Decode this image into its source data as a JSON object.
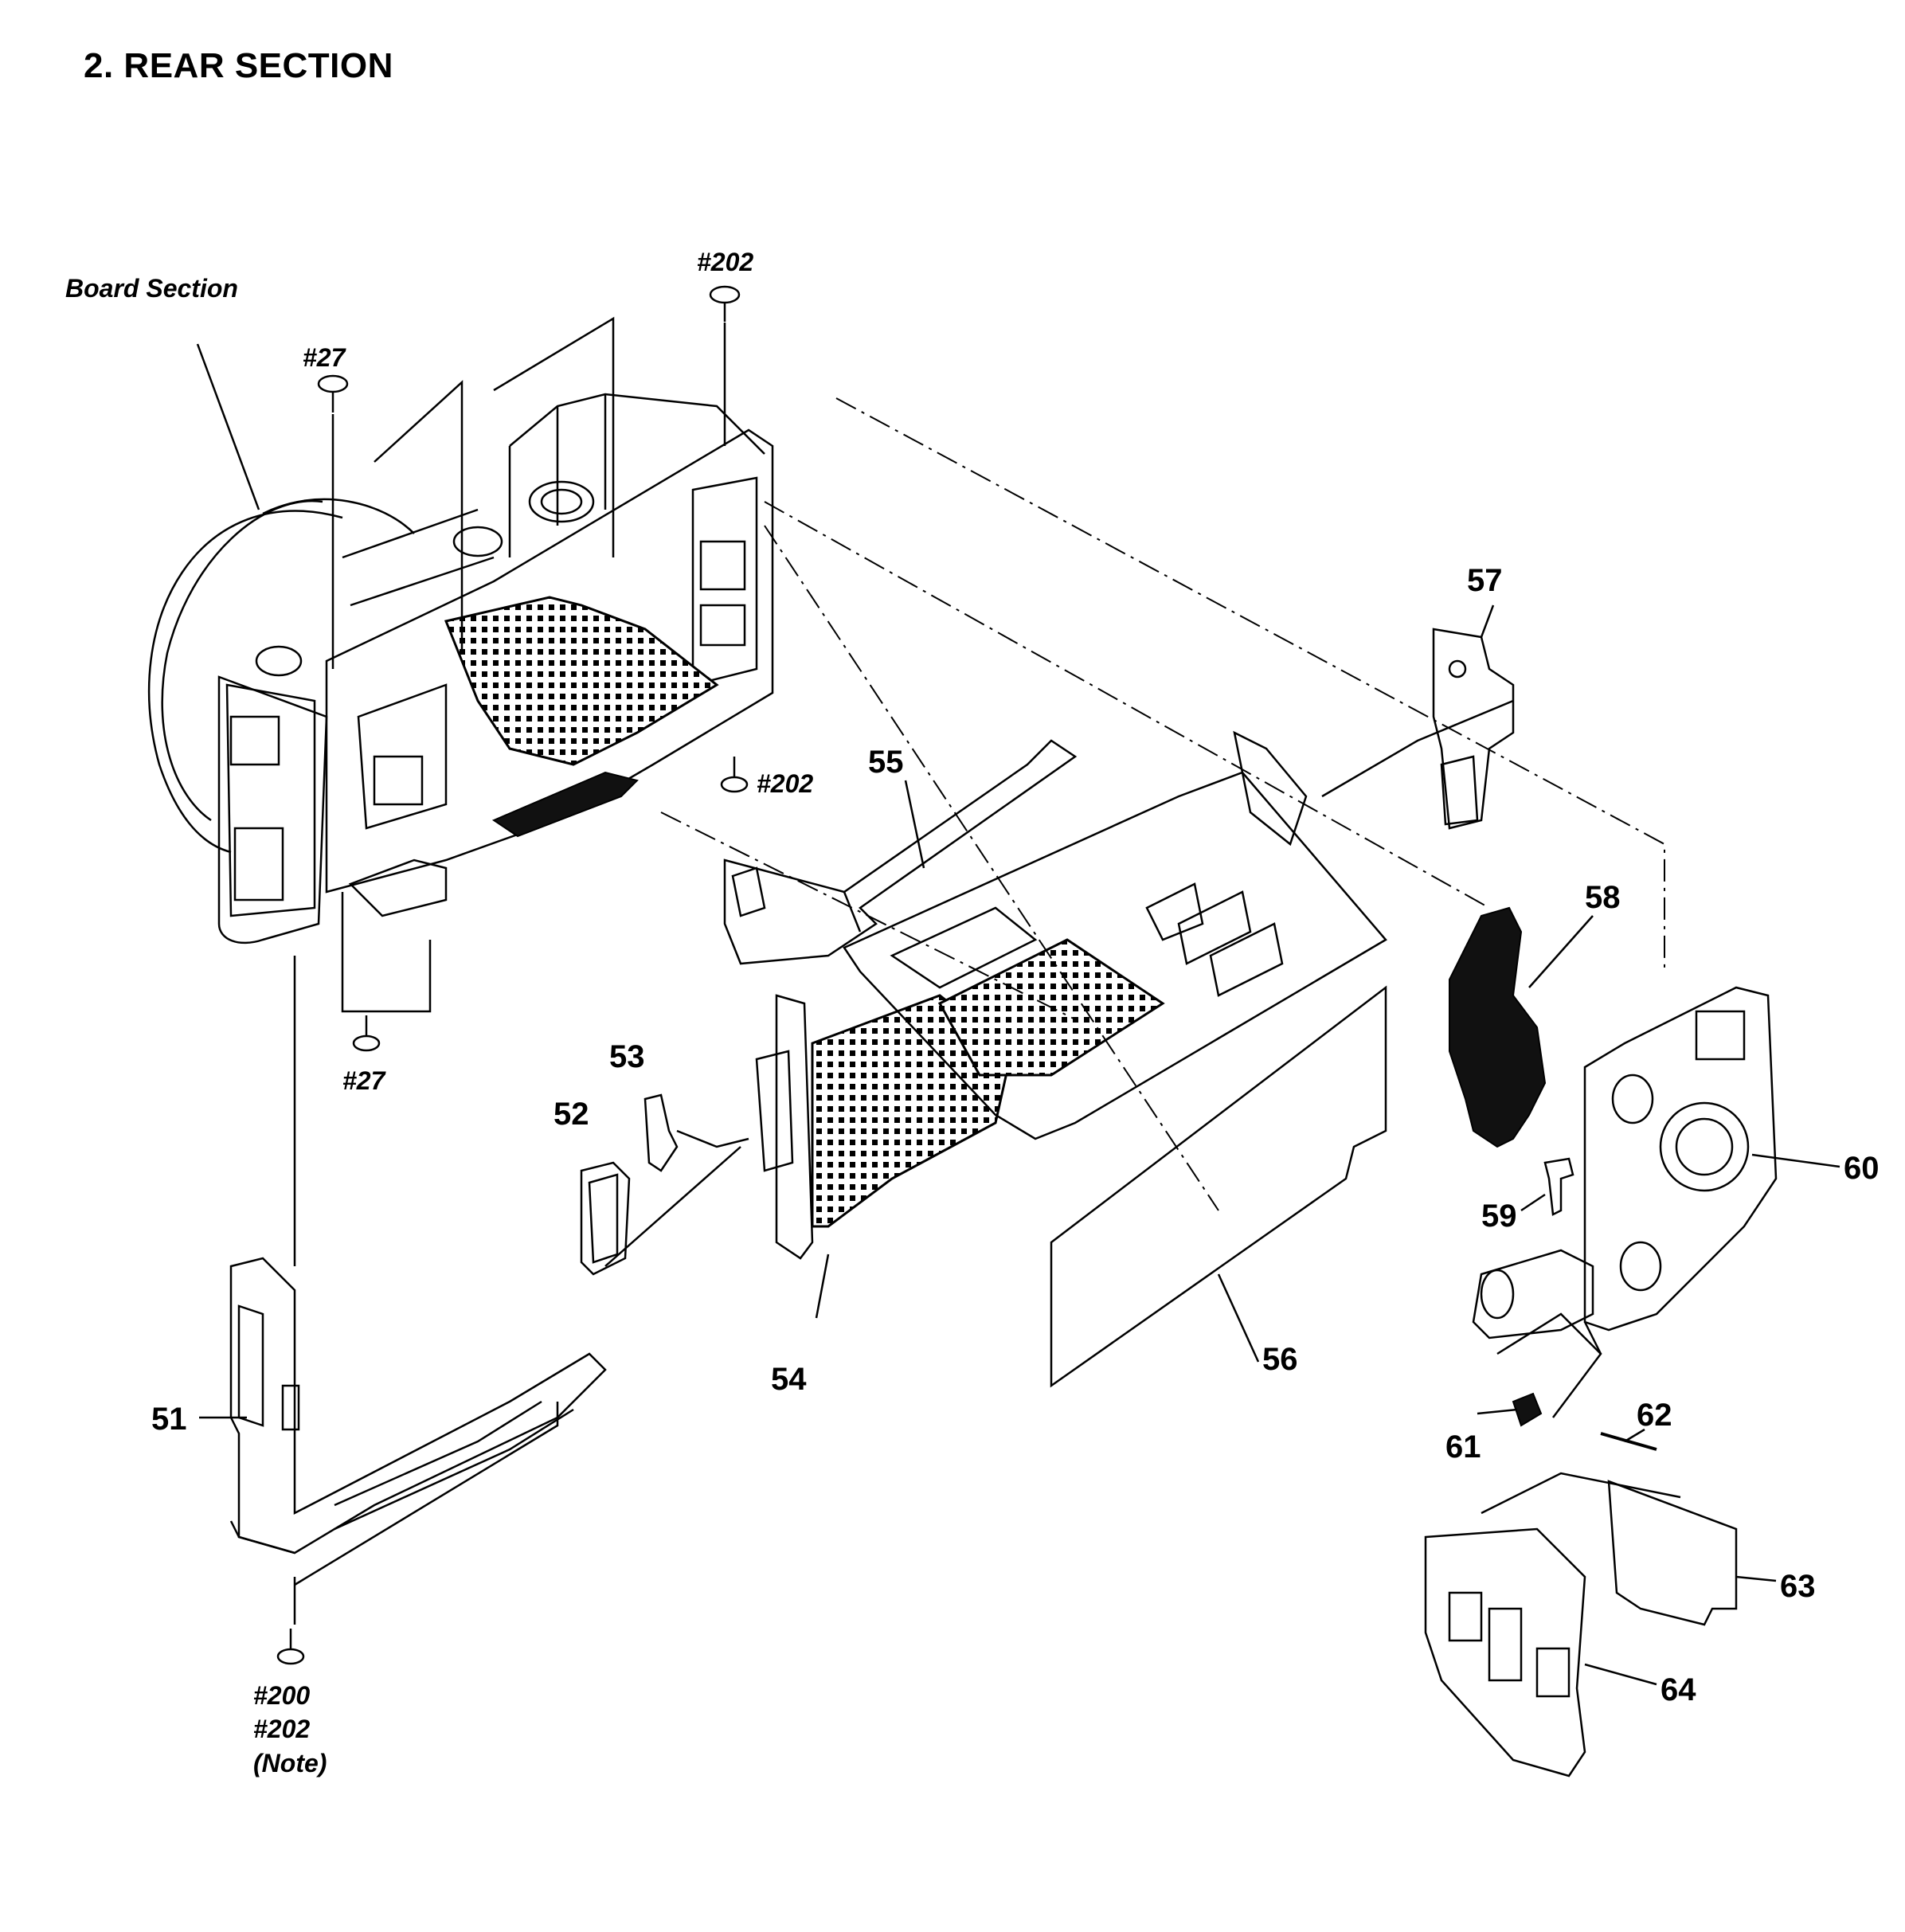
{
  "title": "2. REAR SECTION",
  "section_label": "Board Section",
  "parts": {
    "p51": "51",
    "p52": "52",
    "p53": "53",
    "p54": "54",
    "p55": "55",
    "p56": "56",
    "p57": "57",
    "p58": "58",
    "p59": "59",
    "p60": "60",
    "p61": "61",
    "p62": "62",
    "p63": "63",
    "p64": "64"
  },
  "screws": {
    "top_left": "#27",
    "top_center": "#202",
    "mid_center": "#202",
    "lower_left": "#27",
    "bottom_1": "#200",
    "bottom_2": "#202",
    "bottom_note": "(Note)"
  }
}
